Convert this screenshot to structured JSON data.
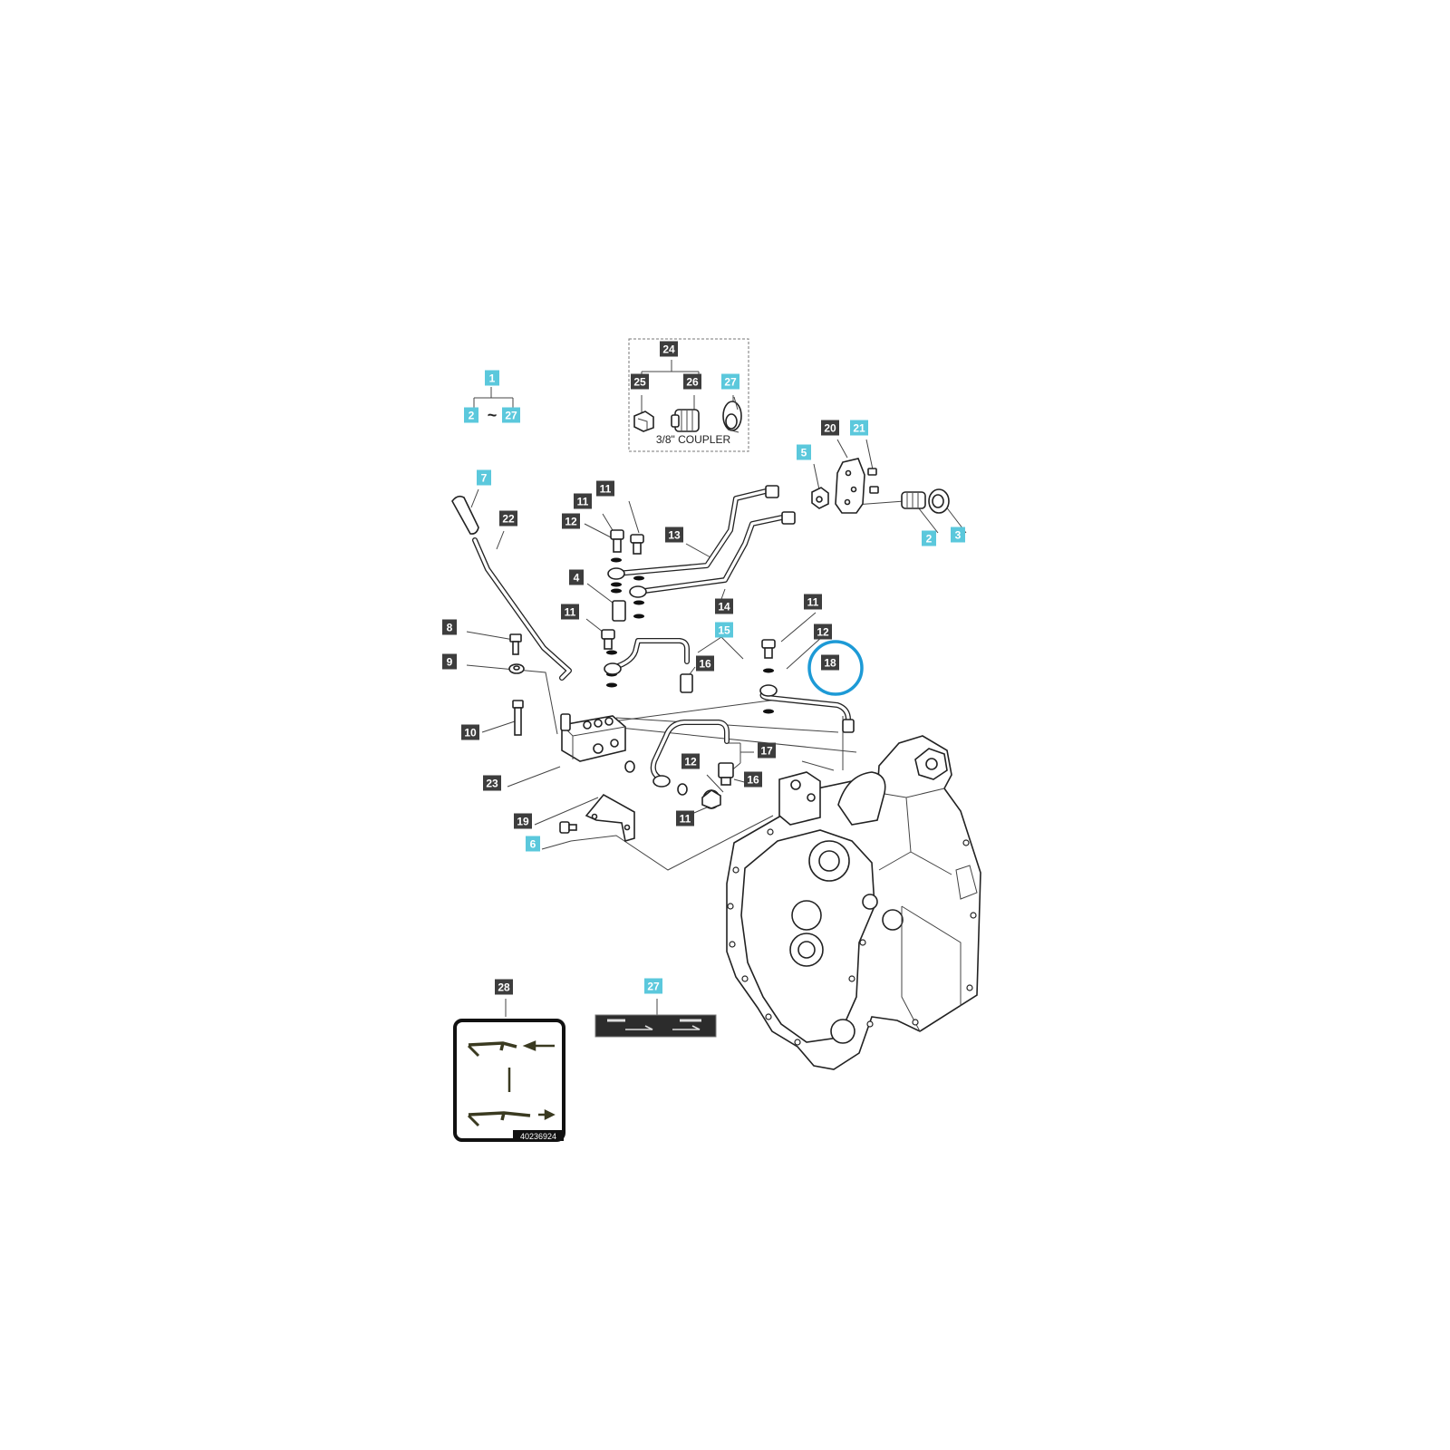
{
  "colors": {
    "dark_label": "#3d3d3d",
    "cyan_label": "#5bc8dc",
    "highlight": "#1d9ad6",
    "line": "#222222"
  },
  "labels": [
    {
      "id": "l1",
      "text": "1",
      "style": "cyan"
    },
    {
      "id": "l2a",
      "text": "2",
      "style": "cyan"
    },
    {
      "id": "l27a",
      "text": "27",
      "style": "cyan"
    },
    {
      "id": "l24",
      "text": "24",
      "style": "dark"
    },
    {
      "id": "l25",
      "text": "25",
      "style": "dark"
    },
    {
      "id": "l26",
      "text": "26",
      "style": "dark"
    },
    {
      "id": "l27b",
      "text": "27",
      "style": "cyan"
    },
    {
      "id": "l20",
      "text": "20",
      "style": "dark"
    },
    {
      "id": "l21",
      "text": "21",
      "style": "cyan"
    },
    {
      "id": "l5",
      "text": "5",
      "style": "cyan"
    },
    {
      "id": "l2b",
      "text": "2",
      "style": "cyan"
    },
    {
      "id": "l3",
      "text": "3",
      "style": "cyan"
    },
    {
      "id": "l7",
      "text": "7",
      "style": "cyan"
    },
    {
      "id": "l22",
      "text": "22",
      "style": "dark"
    },
    {
      "id": "l11a",
      "text": "11",
      "style": "dark"
    },
    {
      "id": "l11b",
      "text": "11",
      "style": "dark"
    },
    {
      "id": "l12a",
      "text": "12",
      "style": "dark"
    },
    {
      "id": "l13",
      "text": "13",
      "style": "dark"
    },
    {
      "id": "l4",
      "text": "4",
      "style": "dark"
    },
    {
      "id": "l14",
      "text": "14",
      "style": "dark"
    },
    {
      "id": "l11c",
      "text": "11",
      "style": "dark"
    },
    {
      "id": "l11d",
      "text": "11",
      "style": "dark"
    },
    {
      "id": "l15",
      "text": "15",
      "style": "cyan"
    },
    {
      "id": "l12b",
      "text": "12",
      "style": "dark"
    },
    {
      "id": "l8",
      "text": "8",
      "style": "dark"
    },
    {
      "id": "l9",
      "text": "9",
      "style": "dark"
    },
    {
      "id": "l16a",
      "text": "16",
      "style": "dark"
    },
    {
      "id": "l18",
      "text": "18",
      "style": "dark"
    },
    {
      "id": "l10",
      "text": "10",
      "style": "dark"
    },
    {
      "id": "l17",
      "text": "17",
      "style": "dark"
    },
    {
      "id": "l12c",
      "text": "12",
      "style": "dark"
    },
    {
      "id": "l16b",
      "text": "16",
      "style": "dark"
    },
    {
      "id": "l23",
      "text": "23",
      "style": "dark"
    },
    {
      "id": "l19",
      "text": "19",
      "style": "dark"
    },
    {
      "id": "l11e",
      "text": "11",
      "style": "dark"
    },
    {
      "id": "l6",
      "text": "6",
      "style": "cyan"
    },
    {
      "id": "l28",
      "text": "28",
      "style": "dark"
    },
    {
      "id": "l27c",
      "text": "27",
      "style": "cyan"
    }
  ],
  "texts": {
    "range_sep": "~",
    "coupler": "3/8\" COUPLER",
    "decal_number": "40236924"
  },
  "icons": {
    "highlight": "highlight-circle-icon",
    "decal_arrow_left": "arrow-left-icon",
    "decal_arrow_right": "arrow-right-icon"
  }
}
